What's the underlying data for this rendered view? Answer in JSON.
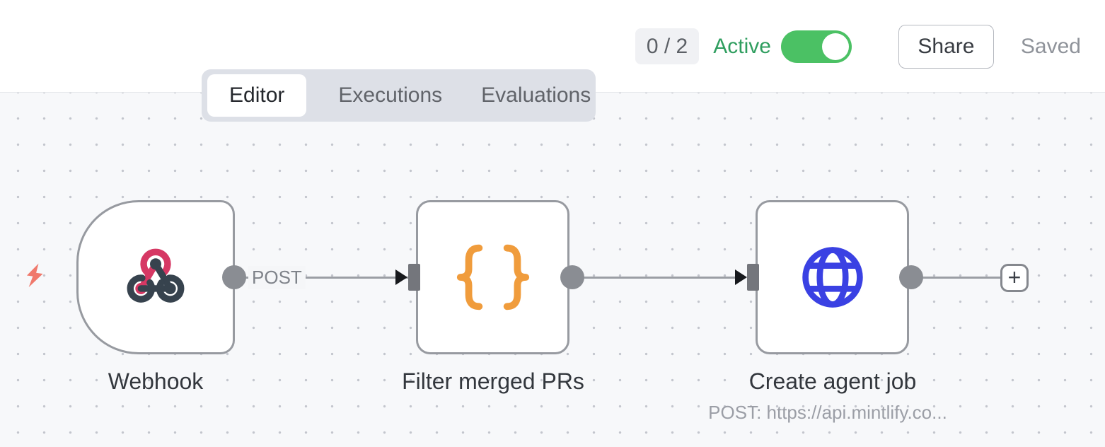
{
  "header": {
    "execution_counter": "0 / 2",
    "active_label": "Active",
    "toggle_state": "on",
    "share_label": "Share",
    "saved_label": "Saved"
  },
  "tabs": [
    {
      "label": "Editor",
      "active": true
    },
    {
      "label": "Executions",
      "active": false
    },
    {
      "label": "Evaluations",
      "active": false
    }
  ],
  "canvas": {
    "connection_label": "POST",
    "add_button_label": "+",
    "trigger_indicator_icon": "lightning-bolt-icon",
    "nodes": [
      {
        "title": "Webhook",
        "icon": "webhook-icon",
        "shape": "trigger-d-shape"
      },
      {
        "title": "Filter merged PRs",
        "icon": "curly-braces-icon",
        "shape": "square"
      },
      {
        "title": "Create agent job",
        "subtitle": "POST: https://api.mintlify.co...",
        "icon": "globe-icon",
        "shape": "square"
      }
    ]
  },
  "colors": {
    "active_green": "#2f9e5f",
    "toggle_green": "#4bc164",
    "node_border_gray": "#979aa0",
    "webhook_pink": "#d63864",
    "webhook_dark": "#37434e",
    "braces_orange": "#f09c3c",
    "globe_blue": "#3a41e3",
    "bolt_coral": "#f0796c",
    "canvas_bg": "#f7f8fa",
    "tabbar_bg": "#dde0e7"
  }
}
